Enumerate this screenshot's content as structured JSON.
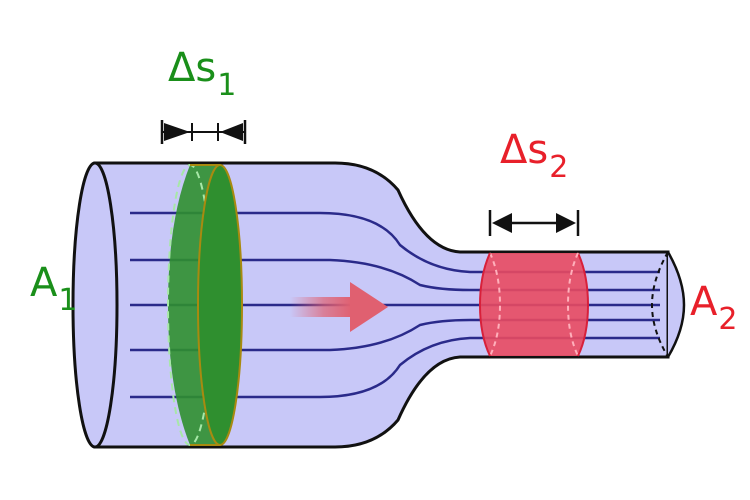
{
  "colors": {
    "pipe_fill": "#c8c8f8",
    "pipe_stroke": "#111111",
    "streamline": "#2a2a8a",
    "slab1_fill": "#2f8f2f",
    "slab1_stroke": "#a88a10",
    "slab2_fill": "#e84a60",
    "slab2_stroke": "#d8203a",
    "arrow": "#e06070",
    "dim_arrow": "#111111",
    "label_green": "#1a8f1a",
    "label_red": "#e8202a"
  },
  "labels": {
    "A1": {
      "main": "A",
      "sub": "1"
    },
    "A2": {
      "main": "A",
      "sub": "2"
    },
    "ds1": {
      "main": "Δs",
      "sub": "1"
    },
    "ds2": {
      "main": "Δs",
      "sub": "2"
    }
  },
  "icons": {
    "flow_direction": "right-arrow-icon",
    "dimension": "double-arrow-icon"
  }
}
